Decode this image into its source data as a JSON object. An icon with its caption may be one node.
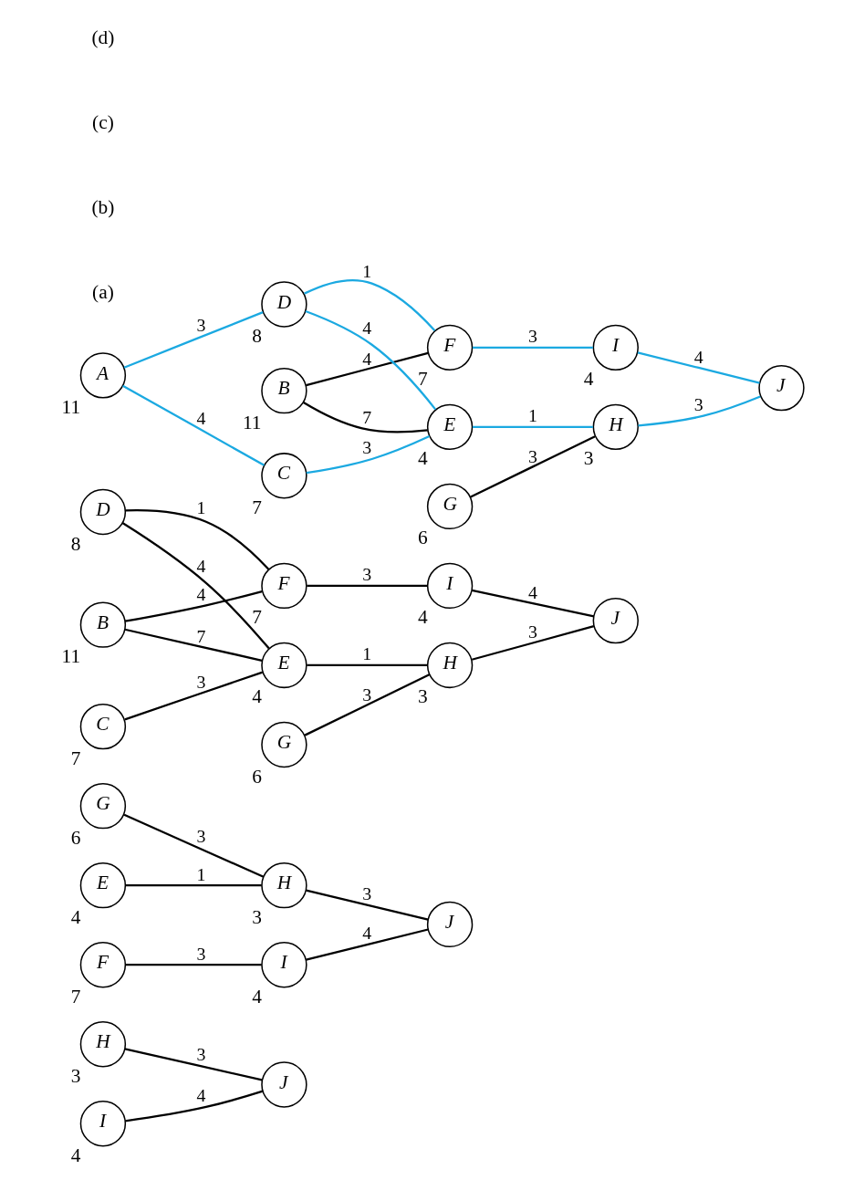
{
  "diagram": {
    "nodes": [
      {
        "text": [
          "H"
        ],
        "beside": [
          "3"
        ]
      },
      {
        "text": [
          "J"
        ]
      },
      {
        "text": [
          "I"
        ],
        "beside": [
          "4"
        ]
      },
      {
        "text": [
          "E"
        ],
        "beside": [
          "4"
        ]
      },
      {
        "text": [
          "H"
        ],
        "beside": [
          "3"
        ]
      },
      {
        "text": [
          "F"
        ],
        "beside": [
          "7"
        ]
      },
      {
        "text": [
          "J"
        ]
      },
      {
        "text": [
          "G"
        ],
        "beside": [
          "6"
        ]
      },
      {
        "text": [
          "I"
        ],
        "beside": [
          "4"
        ]
      },
      {
        "text": [
          "B"
        ],
        "beside": [
          "11"
        ]
      },
      {
        "text": [
          "E"
        ],
        "beside": [
          "4"
        ]
      },
      {
        "text": [
          "H"
        ],
        "beside": [
          "3"
        ]
      },
      {
        "text": [
          "C"
        ],
        "beside": [
          "7"
        ]
      },
      {
        "text": [
          "F"
        ],
        "beside": [
          "7"
        ]
      },
      {
        "text": [
          "J"
        ]
      },
      {
        "text": [
          "D"
        ],
        "beside": [
          "8"
        ]
      },
      {
        "text": [
          "G"
        ],
        "beside": [
          "6"
        ]
      },
      {
        "text": [
          "I"
        ],
        "beside": [
          "4"
        ]
      },
      {
        "text": [
          "B"
        ],
        "beside": [
          "11"
        ]
      },
      {
        "text": [
          "E"
        ],
        "beside": [
          "4"
        ]
      },
      {
        "text": [
          "H"
        ],
        "beside": [
          "3"
        ]
      },
      {
        "text": [
          "A"
        ],
        "beside": [
          "11"
        ]
      },
      {
        "text": [
          "C"
        ],
        "beside": [
          "7"
        ]
      },
      {
        "text": [
          "F"
        ],
        "beside": [
          "7"
        ]
      },
      {
        "text": [
          "J"
        ]
      },
      {
        "text": [
          "D"
        ],
        "beside": [
          "8"
        ]
      },
      {
        "text": [
          "G"
        ],
        "beside": [
          "6"
        ]
      },
      {
        "text": [
          "I"
        ],
        "beside": [
          "4"
        ]
      }
    ],
    "edges": [
      {
        "from": 0,
        "to": 1,
        "arrow": "none",
        "label": "3"
      },
      {
        "from": 2,
        "to": 1,
        "arrow": "none",
        "label": "4"
      },
      {
        "from": 3,
        "to": 4,
        "arrow": "none",
        "label": "1"
      },
      {
        "from": 4,
        "to": 6,
        "arrow": "none",
        "label": "3"
      },
      {
        "from": 7,
        "to": 4,
        "arrow": "none",
        "label": "3"
      },
      {
        "from": 5,
        "to": 8,
        "arrow": "none",
        "label": "3"
      },
      {
        "from": 8,
        "to": 6,
        "arrow": "none",
        "label": "4"
      },
      {
        "from": 9,
        "to": 10,
        "arrow": "none",
        "label": "7"
      },
      {
        "from": 9,
        "to": 13,
        "arrow": "none",
        "label": "4"
      },
      {
        "from": 12,
        "to": 10,
        "arrow": "none",
        "label": "3"
      },
      {
        "from": 15,
        "to": 10,
        "arrow": "none",
        "label": "4"
      },
      {
        "from": 15,
        "to": 13,
        "arrow": "none",
        "label": "1"
      },
      {
        "from": 10,
        "to": 11,
        "arrow": "none",
        "label": "1"
      },
      {
        "from": 16,
        "to": 11,
        "arrow": "none",
        "label": "3"
      },
      {
        "from": 13,
        "to": 17,
        "arrow": "none",
        "label": "3"
      },
      {
        "from": 11,
        "to": 14,
        "arrow": "none",
        "label": "3"
      },
      {
        "from": 17,
        "to": 14,
        "arrow": "none",
        "label": "4"
      },
      {
        "from": 21,
        "to": 22,
        "arrow": "none",
        "label": "4",
        "color": "#1ba9e1"
      },
      {
        "from": 21,
        "to": 25,
        "arrow": "none",
        "label": "3",
        "color": "#1ba9e1"
      },
      {
        "from": 18,
        "to": 19,
        "arrow": "none",
        "label": "7"
      },
      {
        "from": 18,
        "to": 23,
        "arrow": "none",
        "label": "4"
      },
      {
        "from": 22,
        "to": 19,
        "arrow": "none",
        "label": "3",
        "color": "#1ba9e1"
      },
      {
        "from": 25,
        "to": 19,
        "arrow": "none",
        "label": "4",
        "color": "#1ba9e1"
      },
      {
        "from": 25,
        "to": 23,
        "arrow": "none",
        "label": "1",
        "color": "#1ba9e1"
      },
      {
        "from": 19,
        "to": 20,
        "arrow": "none",
        "label": "1",
        "color": "#1ba9e1"
      },
      {
        "from": 26,
        "to": 20,
        "arrow": "none",
        "label": "3"
      },
      {
        "from": 23,
        "to": 27,
        "arrow": "none",
        "label": "3",
        "color": "#1ba9e1"
      },
      {
        "from": 20,
        "to": 24,
        "arrow": "none",
        "label": "3",
        "color": "#1ba9e1"
      },
      {
        "from": 27,
        "to": 24,
        "arrow": "none",
        "label": "4",
        "color": "#1ba9e1"
      }
    ],
    "labels": [
      "(a)",
      "(b)",
      "(c)",
      "(d)"
    ]
  }
}
